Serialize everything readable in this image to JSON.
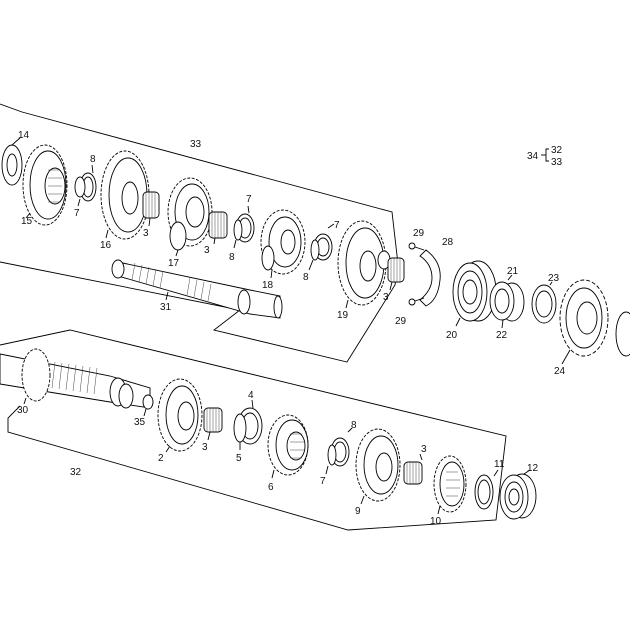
{
  "diagram": {
    "background": "#ffffff",
    "line_color": "#000000",
    "legend": {
      "key": "34",
      "items": [
        "32",
        "33"
      ]
    },
    "callouts": {
      "c14": "14",
      "c15": "15",
      "c8a": "8",
      "c7a": "7",
      "c16": "16",
      "c3a": "3",
      "c17": "17",
      "c3b": "3",
      "c7b": "7",
      "c8b": "8",
      "c18": "18",
      "c31": "31",
      "c33": "33",
      "c7c": "7",
      "c8c": "8",
      "c19": "19",
      "c3c": "3",
      "c29a": "29",
      "c28": "28",
      "c29b": "29",
      "c20": "20",
      "c21": "21",
      "c22": "22",
      "c23": "23",
      "c24": "24",
      "c30": "30",
      "c35": "35",
      "c2": "2",
      "c3d": "3",
      "c4": "4",
      "c5": "5",
      "c6": "6",
      "c8d": "8",
      "c7d": "7",
      "c9": "9",
      "c3e": "3",
      "c10": "10",
      "c11": "11",
      "c12": "12",
      "c32": "32"
    }
  }
}
